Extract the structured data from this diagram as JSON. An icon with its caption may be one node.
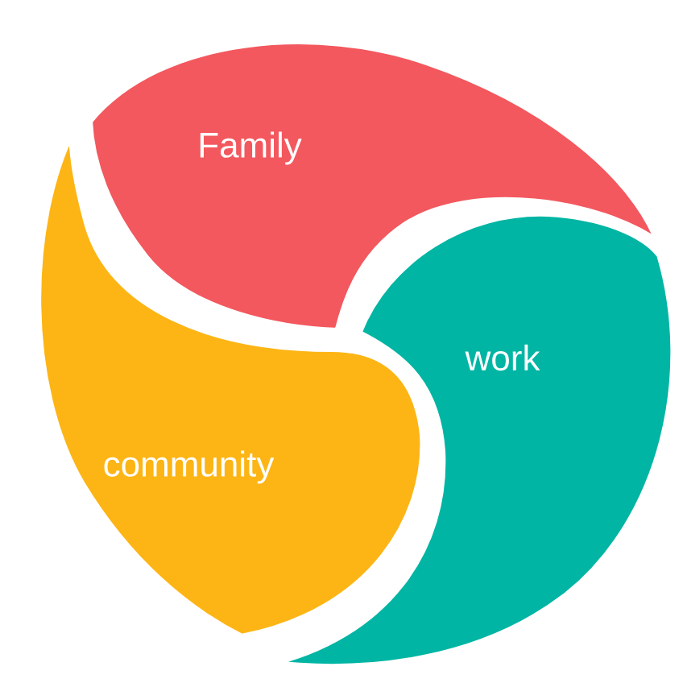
{
  "diagram": {
    "nodes": [
      {
        "text": [
          "Family"
        ]
      },
      {
        "text": [
          "work"
        ]
      },
      {
        "text": [
          "community"
        ]
      }
    ]
  }
}
